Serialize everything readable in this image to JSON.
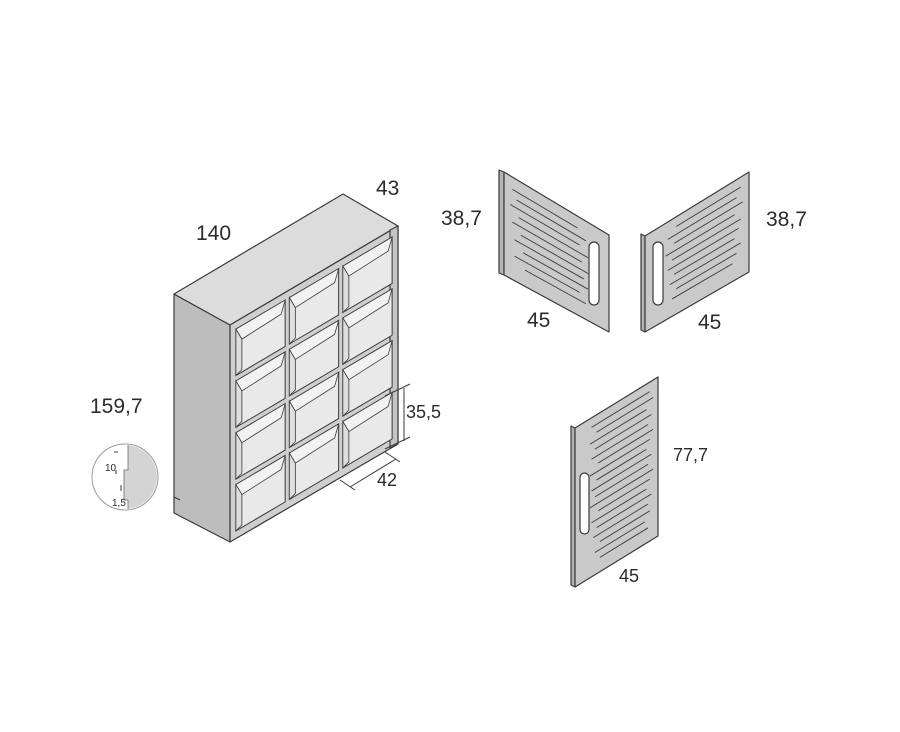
{
  "colors": {
    "panel_top": "#dcdcdc",
    "panel_front": "#cfcfcf",
    "panel_side": "#bdbdbd",
    "cell_back": "#e9e9e9",
    "door_face": "#c9c9c9",
    "stroke": "#3a3a3a",
    "text": "#2b2b2b"
  },
  "bookcase": {
    "width_label": "140",
    "depth_label": "43",
    "height_label": "159,7",
    "cell_height_label": "35,5",
    "cell_depth_label": "42",
    "columns": 3,
    "rows": 4
  },
  "base_detail": {
    "upper_label": "10",
    "lower_label": "1,5"
  },
  "doors": {
    "left": {
      "height_label": "38,7",
      "width_label": "45"
    },
    "right": {
      "height_label": "38,7",
      "width_label": "45"
    },
    "tall": {
      "height_label": "77,7",
      "width_label": "45"
    }
  },
  "icons": {
    "door_handle": "handle-slot-icon",
    "door_grooves": "groove-lines-icon",
    "detail": "magnifier-detail-icon"
  }
}
